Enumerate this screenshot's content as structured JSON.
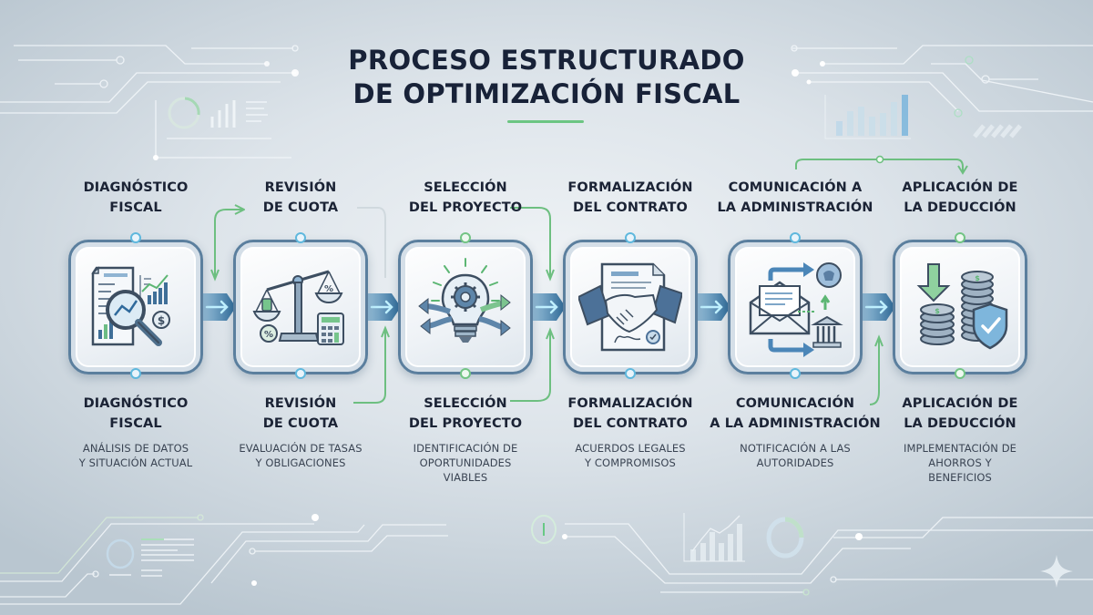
{
  "title": {
    "line1": "PROCESO ESTRUCTURADO",
    "line2": "DE OPTIMIZACIÓN FISCAL"
  },
  "colors": {
    "title": "#182238",
    "accent_green": "#6cc582",
    "accent_blue": "#5fb8dd",
    "card_border": "#5b7f9e",
    "arrow_blue": "#2f6f9f"
  },
  "steps": [
    {
      "top_title_1": "DIAGNÓSTICO",
      "top_title_2": "FISCAL",
      "bottom_title_1": "DIAGNÓSTICO",
      "bottom_title_2": "FISCAL",
      "desc_1": "ANÁLISIS DE DATOS",
      "desc_2": "Y SITUACIÓN ACTUAL",
      "desc_3": "",
      "icon": "document-magnifier-chart-icon",
      "dot_color": "blue"
    },
    {
      "top_title_1": "REVISIÓN",
      "top_title_2": "DE CUOTA",
      "bottom_title_1": "REVISIÓN",
      "bottom_title_2": "DE CUOTA",
      "desc_1": "EVALUACIÓN DE TASAS",
      "desc_2": "Y OBLIGACIONES",
      "desc_3": "",
      "icon": "scale-calculator-icon",
      "dot_color": "blue"
    },
    {
      "top_title_1": "SELECCIÓN",
      "top_title_2": "DEL PROYECTO",
      "bottom_title_1": "SELECCIÓN",
      "bottom_title_2": "DEL PROYECTO",
      "desc_1": "IDENTIFICACIÓN DE",
      "desc_2": "OPORTUNIDADES",
      "desc_3": "VIABLES",
      "icon": "lightbulb-gear-arrows-icon",
      "dot_color": "green"
    },
    {
      "top_title_1": "FORMALIZACIÓN",
      "top_title_2": "DEL CONTRATO",
      "bottom_title_1": "FORMALIZACIÓN",
      "bottom_title_2": "DEL CONTRATO",
      "desc_1": "ACUERDOS LEGALES",
      "desc_2": "Y COMPROMISOS",
      "desc_3": "",
      "icon": "handshake-contract-icon",
      "dot_color": "blue"
    },
    {
      "top_title_1": "COMUNICACIÓN A",
      "top_title_2": "LA ADMINISTRACIÓN",
      "bottom_title_1": "COMUNICACIÓN",
      "bottom_title_2": "A LA ADMINISTRACIÓN",
      "desc_1": "NOTIFICACIÓN A LAS",
      "desc_2": "AUTORIDADES",
      "desc_3": "",
      "icon": "envelope-government-icon",
      "dot_color": "blue"
    },
    {
      "top_title_1": "APLICACIÓN DE",
      "top_title_2": "LA DEDUCCIÓN",
      "bottom_title_1": "APLICACIÓN DE",
      "bottom_title_2": "LA DEDUCCIÓN",
      "desc_1": "IMPLEMENTACIÓN DE",
      "desc_2": "AHORROS Y",
      "desc_3": "BENEFICIOS",
      "icon": "coins-shield-icon",
      "dot_color": "green"
    }
  ]
}
